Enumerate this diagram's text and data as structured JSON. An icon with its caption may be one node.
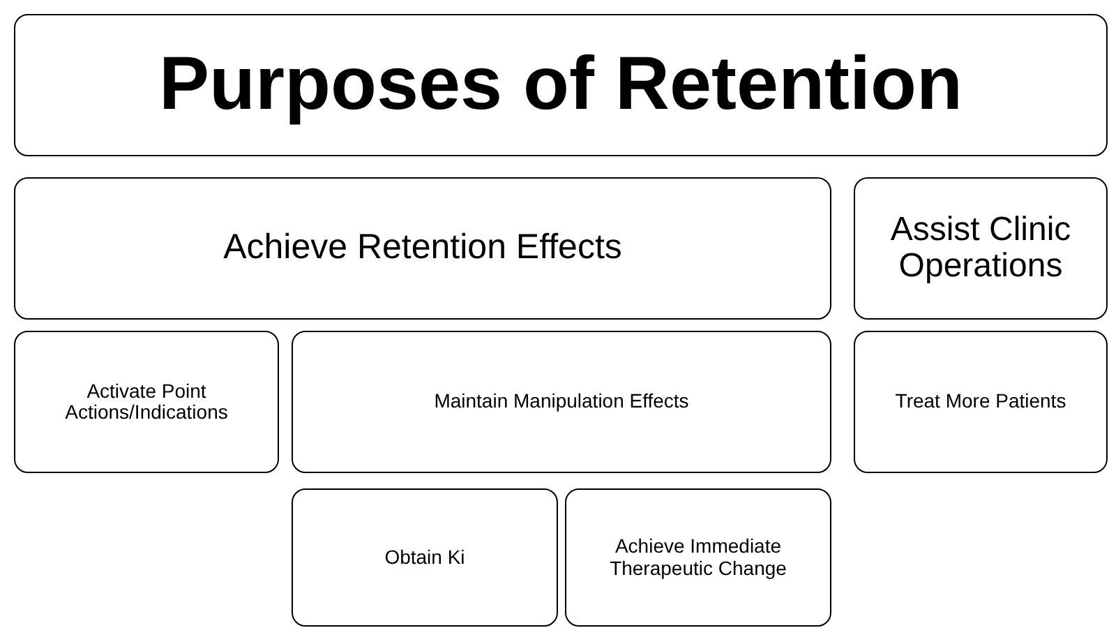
{
  "diagram": {
    "nodes": [
      {
        "text": [
          "Purposes of Retention"
        ]
      },
      {
        "text": [
          "Achieve Retention Effects"
        ]
      },
      {
        "text": [
          "Assist Clinic Operations"
        ]
      },
      {
        "text": [
          "Activate Point Actions/Indications"
        ]
      },
      {
        "text": [
          "Maintain Manipulation Effects"
        ]
      },
      {
        "text": [
          "Treat More Patients"
        ]
      },
      {
        "text": [
          "Obtain Ki"
        ]
      },
      {
        "text": [
          "Achieve Immediate Therapeutic Change"
        ]
      }
    ]
  }
}
